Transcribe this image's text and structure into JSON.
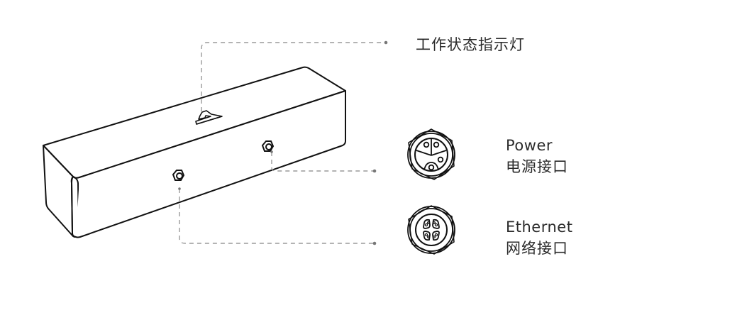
{
  "diagram": {
    "device": "rectangular-box-sensor",
    "indicator": {
      "label_zh": "工作状态指示灯"
    },
    "ports": [
      {
        "name_en": "Power",
        "name_zh": "电源接口",
        "icon": "power-connector-3pin-icon"
      },
      {
        "name_en": "Ethernet",
        "name_zh": "网络接口",
        "icon": "ethernet-connector-4pin-icon"
      }
    ],
    "colors": {
      "outline": "#111111",
      "leader_line": "#999999",
      "text": "#2a2a2a",
      "background": "#ffffff"
    }
  }
}
